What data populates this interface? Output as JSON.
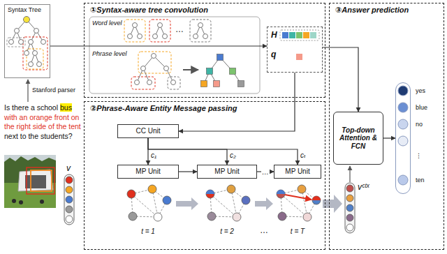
{
  "diagram": {
    "nodes": [
      {
        "text": [
          "Syntax Tree"
        ]
      },
      {
        "text": [
          "①Syntax-aware tree convolution"
        ]
      },
      {
        "text": [
          "H",
          "q"
        ],
        "in": 1
      },
      {
        "text": [
          "②Phrase-Aware Entity Message passing"
        ]
      },
      {
        "text": [
          "CC Unit"
        ],
        "in": 3
      },
      {
        "text": [
          "MP Unit"
        ],
        "in": 3
      },
      {
        "text": [
          "MP Unit"
        ],
        "in": 3
      },
      {
        "text": [
          "MP Unit"
        ],
        "in": 3
      },
      {
        "text": [
          "③Answer prediction"
        ]
      },
      {
        "text": [
          "Top-down Attention & FCN"
        ],
        "in": 8
      },
      {
        "text": [
          "yes",
          "blue",
          "no",
          "⋮",
          "ten"
        ],
        "in": 8
      }
    ],
    "edges": [
      {
        "from": 0,
        "to": 2,
        "arrow": "to"
      },
      {
        "from": 2,
        "to": 4,
        "arrow": "to"
      },
      {
        "from": 4,
        "to": 5,
        "label": "c₁",
        "arrow": "to"
      },
      {
        "from": 4,
        "to": 6,
        "label": "c₂",
        "arrow": "to"
      },
      {
        "from": 4,
        "to": 7,
        "label": "cₜ",
        "arrow": "to"
      },
      {
        "from": 5,
        "to": 6,
        "arrow": "to"
      },
      {
        "from": 6,
        "to": 7,
        "label": "…",
        "arrow": "to"
      },
      {
        "from": 2,
        "to": 9,
        "arrow": "to"
      },
      {
        "from": 9,
        "to": 10,
        "arrow": "to"
      }
    ],
    "labels": [
      "Stanford parser",
      "Is there a school",
      "bus",
      "with an orange front on the right side of the tent",
      "next to the students?",
      "Word level",
      "Phrase level",
      "…",
      "v",
      "t = 1",
      "t = 2",
      "…",
      "t = T",
      "vᶜᵗˣ"
    ]
  }
}
